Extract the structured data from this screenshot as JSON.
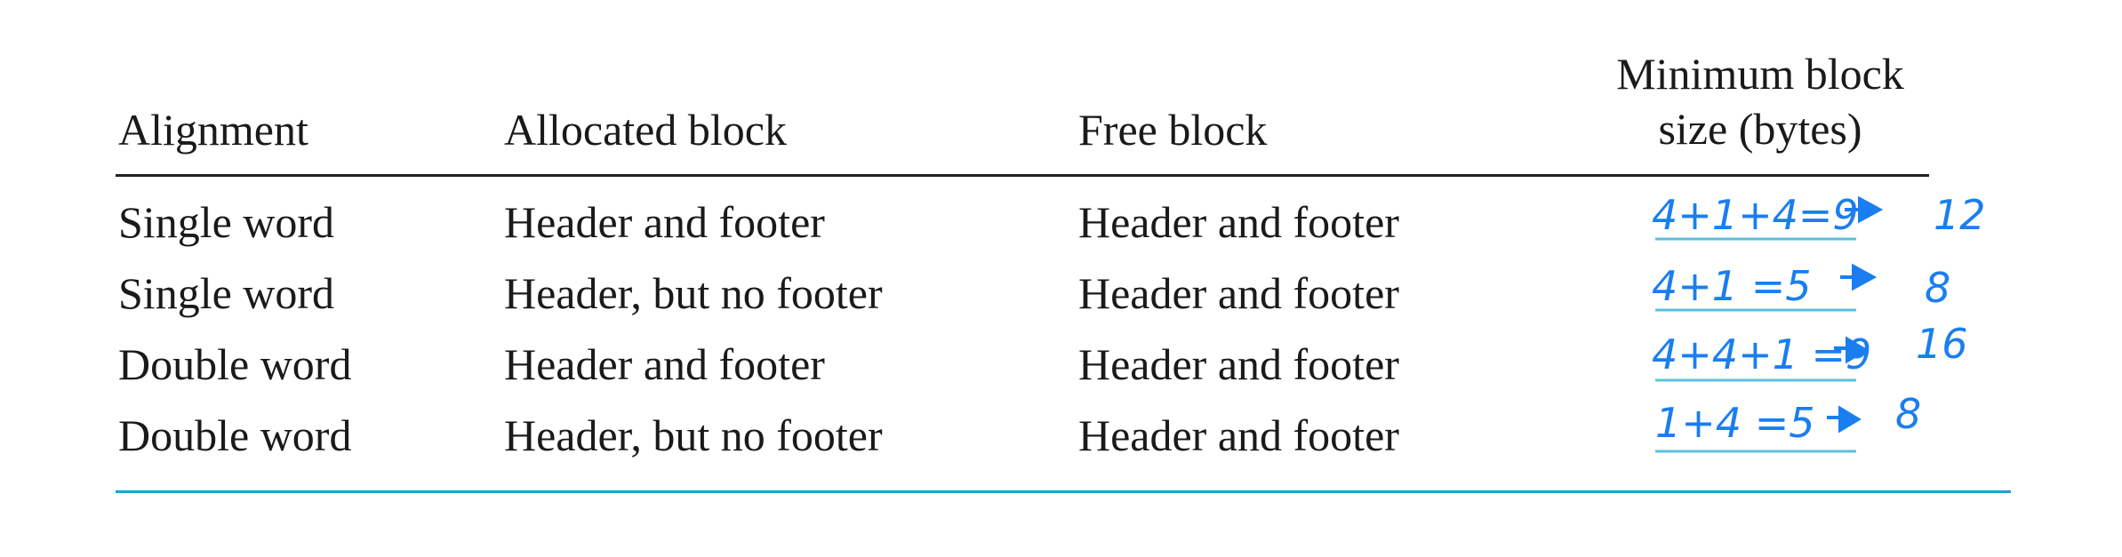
{
  "table": {
    "headers": [
      "Alignment",
      "Allocated block",
      "Free block",
      "Minimum block size (bytes)"
    ],
    "min_header_lines": [
      "Minimum block",
      "size (bytes)"
    ],
    "rows": [
      {
        "alignment": "Single word",
        "allocated": "Header and footer",
        "free": "Header and footer"
      },
      {
        "alignment": "Single word",
        "allocated": "Header, but no footer",
        "free": "Header and footer"
      },
      {
        "alignment": "Double word",
        "allocated": "Header and footer",
        "free": "Header and footer"
      },
      {
        "alignment": "Double word",
        "allocated": "Header, but no footer",
        "free": "Header and footer"
      }
    ]
  },
  "annotations": {
    "color": "#1a7ef0",
    "underline_color": "#5bc0e0",
    "rows": [
      {
        "formula": "4+1+4=9",
        "result": "12"
      },
      {
        "formula": "4+1 =5",
        "result": "8"
      },
      {
        "formula": "4+4+1 =9",
        "result": "16"
      },
      {
        "formula": "1+4 =5",
        "result": "8"
      }
    ]
  }
}
